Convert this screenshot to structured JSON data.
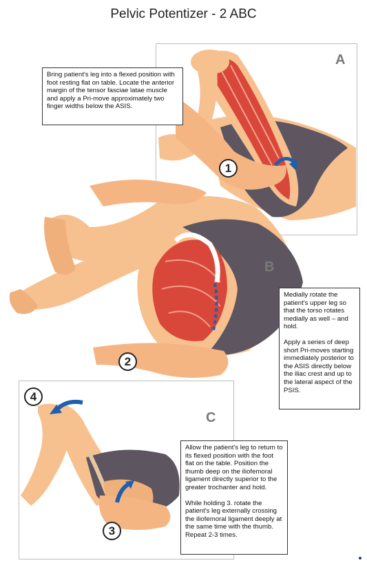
{
  "title": "Pelvic Potentizer - 2 ABC",
  "panels": [
    {
      "letter": "A",
      "paragraphs": [
        "Bring patient's leg into a flexed position with foot resting flat on table. Locate the anterior margin of the tensor fasciae latae muscle and apply a Pri-move approximately two finger widths below the ASIS."
      ]
    },
    {
      "letter": "B",
      "paragraphs": [
        "Medially rotate the patient's upper leg so that the torso rotates medially as well – and hold.",
        "Apply a series of deep short Pri-moves starting immediately posterior to the ASIS directly below the iliac crest and up to the lateral aspect of the PSIS."
      ]
    },
    {
      "letter": "C",
      "paragraphs": [
        "Allow the patient's leg to return to its flexed position with the foot flat on the table. Position the thumb deep on the iliofemoral ligament directly superior to the greater trochanter and hold.",
        "While holding 3. rotate the patient's leg externally crossing the iliofemoral ligament deeply at the same time with the thumb. Repeat 2-3 times."
      ]
    }
  ],
  "steps": [
    "1",
    "2",
    "3",
    "4"
  ],
  "colors": {
    "skin": "#f7c08f",
    "skin_shadow": "#e79f68",
    "muscle": "#d8473a",
    "shorts": "#5d5560",
    "arrow_blue": "#1f5fae",
    "panel_border": "#bdbdbd"
  }
}
